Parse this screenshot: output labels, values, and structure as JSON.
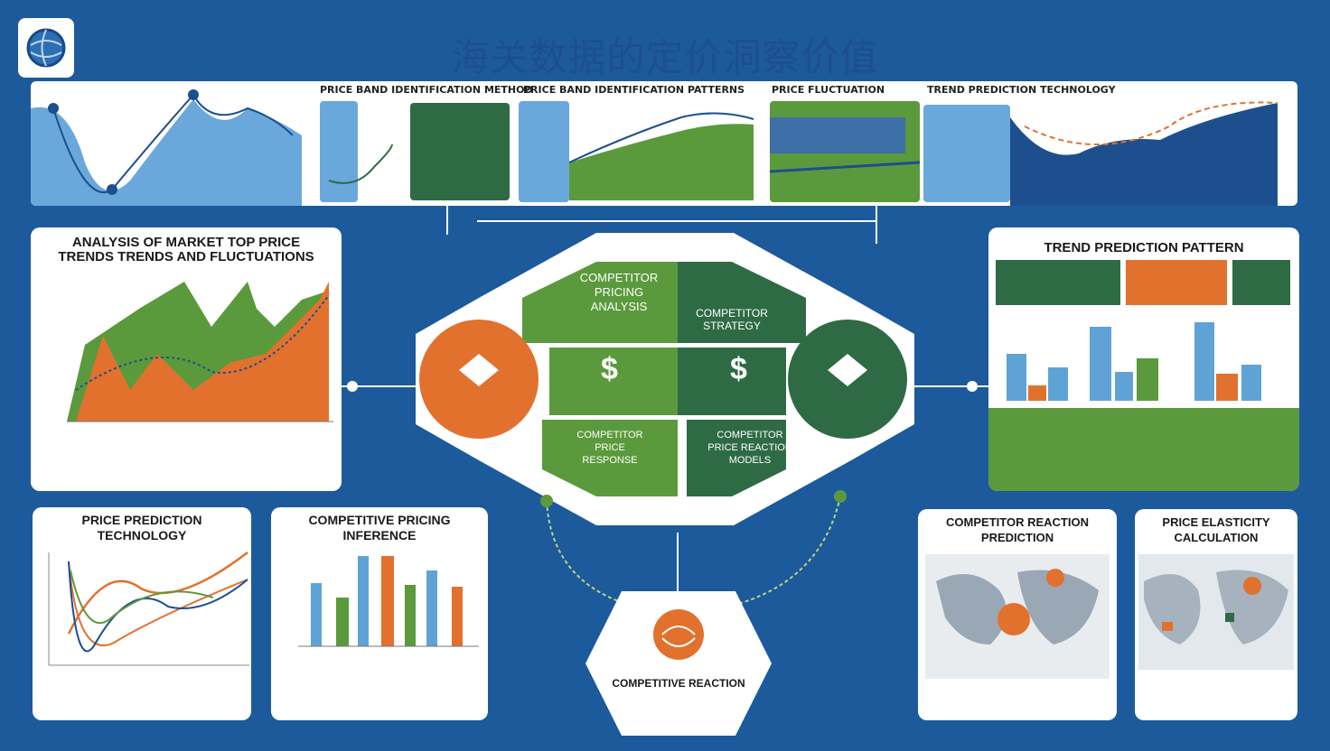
{
  "title": "海关数据的定价洞察价值",
  "colors": {
    "background": "#1c5a9c",
    "green": "#5b9a3c",
    "dark_green": "#2e6b45",
    "orange": "#e2712e",
    "blue": "#5fa3d6",
    "navy": "#1d4f8f"
  },
  "logo": {
    "icon": "globe-icon"
  },
  "top_band": {
    "headers": [
      "PRICE BAND IDENTIFICATION METHOD",
      "PRICE BAND IDENTIFICATION PATTERNS",
      "PRICE FLUCTUATION",
      "TREND PREDICTION TECHNOLOGY"
    ]
  },
  "left_panel": {
    "title_line1": "ANALYSIS OF MARKET TOP PRICE",
    "title_line2": "TRENDS TRENDS AND FLUCTUATIONS"
  },
  "right_panel": {
    "title": "TREND PREDICTION PATTERN"
  },
  "center": {
    "top_left": "COMPETITOR\nPRICING\nANALYSIS",
    "top_right": "COMPETITOR\nSTRATEGY",
    "dollar": "$",
    "bottom_left": "COMPETITOR\nPRICE\nRESPONSE",
    "bottom_right": "COMPETITOR\nPRICE REACTION\nMODELS"
  },
  "bottom_panels": {
    "p1": "PRICE PREDICTION\nTECHNOLOGY",
    "p2": "COMPETITIVE PRICING\nINFERENCE",
    "p3": "COMPETITIVE REACTION",
    "p4": "COMPETITOR REACTION\nPREDICTION",
    "p5": "PRICE ELASTICITY\nCALCULATION"
  },
  "icons": [
    "globe-icon",
    "dollar-icon",
    "tag-icon",
    "brain-icon",
    "map-pin-icon"
  ]
}
